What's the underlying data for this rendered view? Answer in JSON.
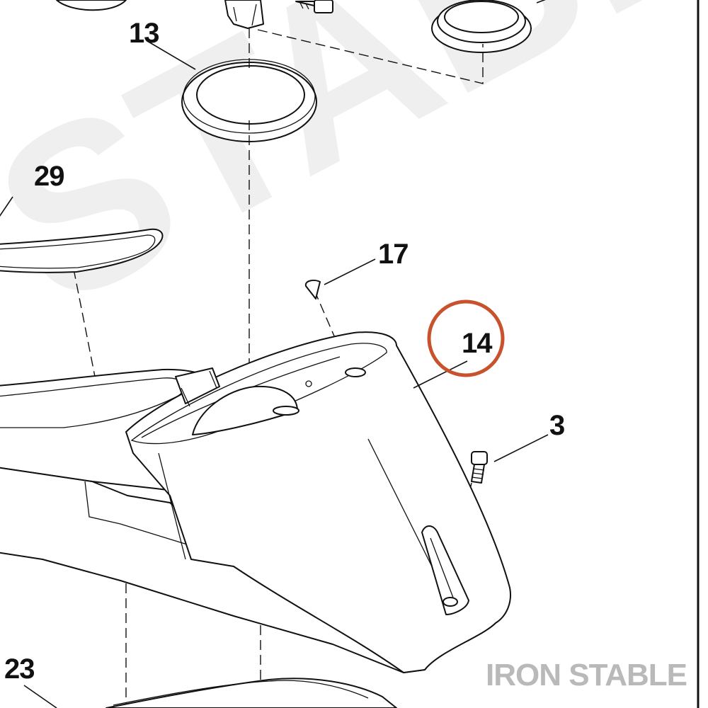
{
  "watermark": {
    "text": "STABLE",
    "color": "#efefef"
  },
  "callouts": [
    {
      "id": "13",
      "label": "13"
    },
    {
      "id": "29",
      "label": "29"
    },
    {
      "id": "17",
      "label": "17"
    },
    {
      "id": "14",
      "label": "14"
    },
    {
      "id": "3",
      "label": "3"
    },
    {
      "id": "23",
      "label": "23"
    }
  ],
  "highlight": {
    "target": "14",
    "shape": "circle",
    "color": "#c8522b"
  },
  "brand": {
    "text": "IRON STABLE",
    "color": "#b9b9b9"
  },
  "colors": {
    "line": "#111111",
    "background": "#ffffff"
  }
}
